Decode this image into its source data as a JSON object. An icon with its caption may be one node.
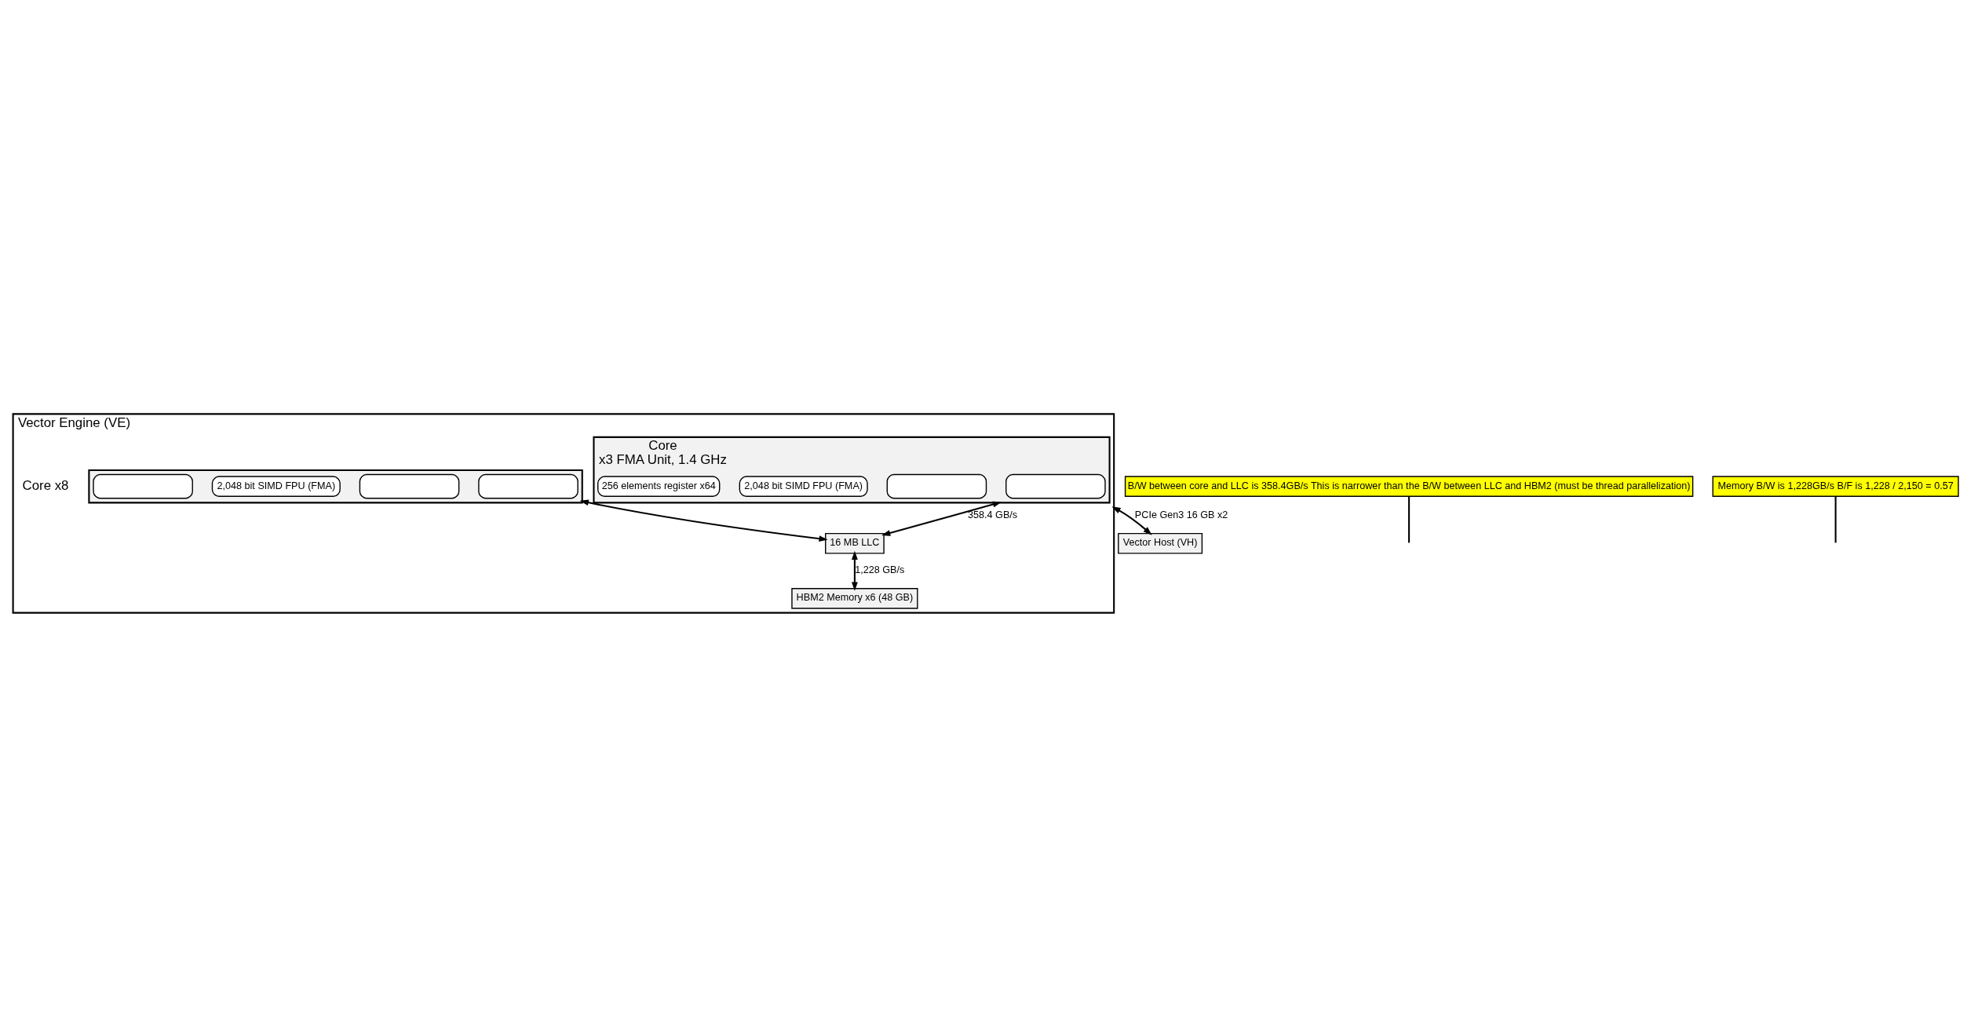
{
  "diagram": {
    "nodes": [
      {
        "text": [
          "Vector Engine (VE)"
        ]
      },
      {
        "text": [
          "Core",
          "x3 FMA Unit, 1.4 GHz"
        ],
        "in": 0
      },
      {
        "text": [],
        "shape": "box",
        "in": 1
      },
      {
        "text": [],
        "shape": "box",
        "in": 1
      },
      {
        "text": [
          "2,048 bit SIMD FPU (FMA)"
        ],
        "in": 1
      },
      {
        "text": [
          "256 elements register x64"
        ],
        "in": 1
      },
      {
        "text": [],
        "shape": "box",
        "in": 0
      },
      {
        "text": [],
        "shape": "box",
        "in": 6
      },
      {
        "text": [],
        "shape": "box",
        "in": 6
      },
      {
        "text": [
          "2,048 bit SIMD FPU (FMA)"
        ],
        "in": 6
      },
      {
        "text": [],
        "shape": "box",
        "in": 6
      },
      {
        "text": [
          "16 MB LLC"
        ],
        "in": 0
      },
      {
        "text": [
          "HBM2 Memory x6 (48 GB)"
        ],
        "in": 0
      },
      {
        "text": [
          "Vector Host (VH)"
        ]
      },
      {
        "text": [
          "B/W between core and LLC is 358.4GB/s This is narrower than the B/W between LLC and HBM2 (must be thread parallelization)"
        ]
      },
      {
        "text": [
          "Memory B/W is 1,228GB/s B/F is 1,228 / 2,150 = 0.57"
        ]
      }
    ],
    "edges": [
      {
        "from": 1,
        "to": 11,
        "arrow": "both",
        "label": "358.4 GB/s"
      },
      {
        "from": 6,
        "to": 11,
        "arrow": "both"
      },
      {
        "from": 11,
        "to": 12,
        "arrow": "both",
        "label": "1,228 GB/s"
      },
      {
        "from": 0,
        "to": 13,
        "arrow": "both",
        "label": "PCIe Gen3 16 GB x2"
      },
      {
        "from": 14,
        "to": null,
        "arrow": "none"
      },
      {
        "from": 15,
        "to": null,
        "arrow": "none"
      }
    ],
    "labels": [
      "Core x8"
    ]
  }
}
